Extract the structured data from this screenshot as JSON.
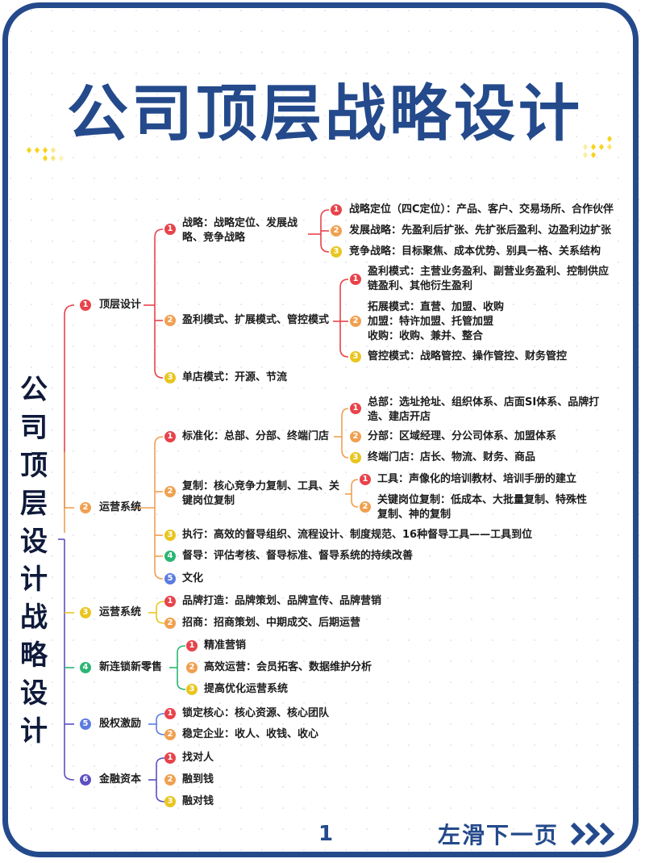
{
  "header": {
    "title": "公司顶层战略设计"
  },
  "side_title": [
    "公",
    "司",
    "顶",
    "层",
    "设",
    "计",
    "战",
    "略",
    "设",
    "计"
  ],
  "colors": {
    "frame": "#244a8c",
    "red": "#e8434b",
    "orange": "#f0a050",
    "yellow": "#e9c51f",
    "green": "#2bb673",
    "blue": "#5b7be0",
    "purple": "#5b4fc0"
  },
  "tree": {
    "l1": [
      {
        "num": "1",
        "label": "顶层设计"
      },
      {
        "num": "2",
        "label": "运营系统"
      },
      {
        "num": "3",
        "label": "运营系统"
      },
      {
        "num": "4",
        "label": "新连锁新零售"
      },
      {
        "num": "5",
        "label": "股权激励"
      },
      {
        "num": "6",
        "label": "金融资本"
      }
    ],
    "top": {
      "c1": {
        "num": "1",
        "line1": "战略：战略定位、发展战",
        "line2": "略、竞争战略",
        "children": [
          {
            "num": "1",
            "label": "战略定位（四C定位）：产品、客户、交易场所、合作伙伴"
          },
          {
            "num": "2",
            "label": "发展战略：先盈利后扩张、先扩张后盈利、边盈利边扩张"
          },
          {
            "num": "3",
            "label": "竞争战略：目标聚焦、成本优势、别具一格、关系结构"
          }
        ]
      },
      "c2": {
        "num": "2",
        "label": "盈利模式、扩展模式、管控模式",
        "children": [
          {
            "num": "1",
            "line1": "盈利模式：主营业务盈利、副营业务盈利、控制供应",
            "line2": "链盈利、其他衍生盈利"
          },
          {
            "num": "2",
            "line1": "拓展模式：直营、加盟、收购",
            "line2": "加盟：特许加盟、托管加盟",
            "line3": "收购：收购、兼并、整合"
          },
          {
            "num": "3",
            "label": "管控模式：战略管控、操作管控、财务管控"
          }
        ]
      },
      "c3": {
        "num": "3",
        "label": "单店模式：开源、节流"
      }
    },
    "ops": {
      "c1": {
        "num": "1",
        "label": "标准化：总部、分部、终端门店",
        "children": [
          {
            "num": "1",
            "line1": "总部：选址抢址、组织体系、店面SI体系、品牌打",
            "line2": "造、建店开店"
          },
          {
            "num": "2",
            "label": "分部：区域经理、分公司体系、加盟体系"
          },
          {
            "num": "3",
            "label": "终端门店：店长、物流、财务、商品"
          }
        ]
      },
      "c2": {
        "num": "2",
        "line1": "复制：核心竞争力复制、工具、关",
        "line2": "键岗位复制",
        "children": [
          {
            "num": "1",
            "label": "工具：声像化的培训教材、培训手册的建立"
          },
          {
            "num": "2",
            "line1": "关键岗位复制：低成本、大批量复制、特殊性",
            "line2": "复制、神的复制"
          }
        ]
      },
      "c3": {
        "num": "3",
        "label": "执行：高效的督导组织、流程设计、制度规范、16种督导工具——工具到位"
      },
      "c4": {
        "num": "4",
        "label": "督导：评估考核、督导标准、督导系统的持续改善"
      },
      "c5": {
        "num": "5",
        "label": "文化"
      }
    },
    "ops2": [
      {
        "num": "1",
        "label": "品牌打造：品牌策划、品牌宣传、品牌营销"
      },
      {
        "num": "2",
        "label": "招商：招商策划、中期成交、后期运营"
      }
    ],
    "retail": [
      {
        "num": "1",
        "label": "精准营销"
      },
      {
        "num": "2",
        "label": "高效运营：会员拓客、数据维护分析"
      },
      {
        "num": "3",
        "label": "提高优化运营系统"
      }
    ],
    "equity": [
      {
        "num": "1",
        "label": "锁定核心：核心资源、核心团队"
      },
      {
        "num": "2",
        "label": "稳定企业：收人、收钱、收心"
      }
    ],
    "finance": [
      {
        "num": "1",
        "label": "找对人"
      },
      {
        "num": "2",
        "label": "融到钱"
      },
      {
        "num": "3",
        "label": "融对钱"
      }
    ]
  },
  "footer": {
    "page": "1",
    "next_label": "左滑下一页",
    "next_icon": "chevrons-right-icon"
  }
}
